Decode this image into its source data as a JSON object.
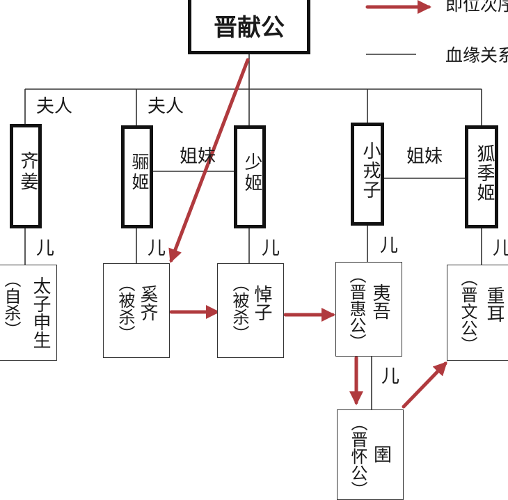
{
  "legend": {
    "succession": "即位次序",
    "blood": "血缘关系"
  },
  "root": "晋献公",
  "relations": {
    "wife1": "夫人",
    "wife2": "夫人",
    "sister1": "姐妹",
    "sister2": "姐妹",
    "son1": "儿",
    "son2": "儿",
    "son3": "儿",
    "son4": "儿",
    "son5": "儿",
    "son6": "儿"
  },
  "consorts": {
    "qijiang": "齐姜",
    "liji": "骊姬",
    "shaoji": "少姬",
    "xiaorongzi": "小戎子",
    "hujiji": "狐季姬"
  },
  "sons": {
    "shensheng": {
      "name": "太子申生",
      "note": "（自杀）"
    },
    "xiqi": {
      "name": "奚齐",
      "note": "（被杀）"
    },
    "zhuozi": {
      "name": "悼子",
      "note": "（被杀）"
    },
    "yiwu": {
      "name": "夷吾",
      "note": "（晋惠公）"
    },
    "chonger": {
      "name": "重耳",
      "note": "（晋文公）"
    }
  },
  "grandson": {
    "name": "圉",
    "note": "（晋怀公）"
  },
  "colors": {
    "arrow": "#b03a3e",
    "line": "#333333",
    "box": "#111111"
  }
}
